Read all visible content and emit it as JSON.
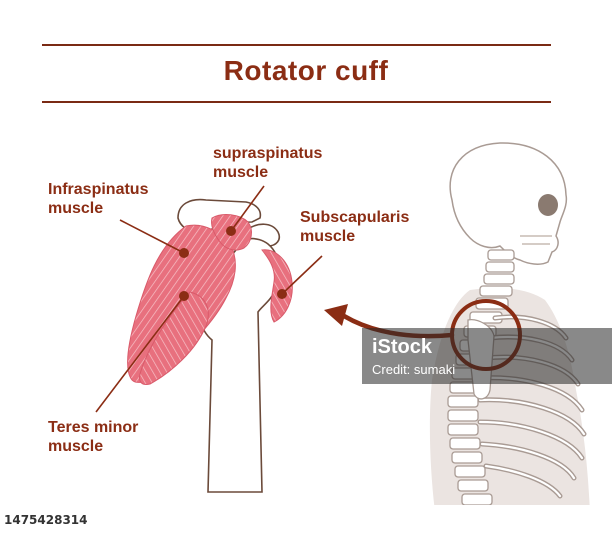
{
  "title": "Rotator cuff",
  "labels": {
    "supraspinatus_line1": "supraspinatus",
    "supraspinatus_line2": "muscle",
    "infraspinatus_line1": "Infraspinatus",
    "infraspinatus_line2": "muscle",
    "subscapularis_line1": "Subscapularis",
    "subscapularis_line2": "muscle",
    "teres_line1": "Teres minor",
    "teres_line2": "muscle"
  },
  "watermark": {
    "logo": "iStock",
    "credit": "Credit: sumaki"
  },
  "footer": {
    "image_id": "1475428314"
  },
  "colors": {
    "accent": "#8b2d14",
    "muscle": "#e8707e",
    "bone_outline": "#6b4a3a",
    "skeleton_outline": "#a99b94",
    "body_shadow": "#e9e2df"
  }
}
